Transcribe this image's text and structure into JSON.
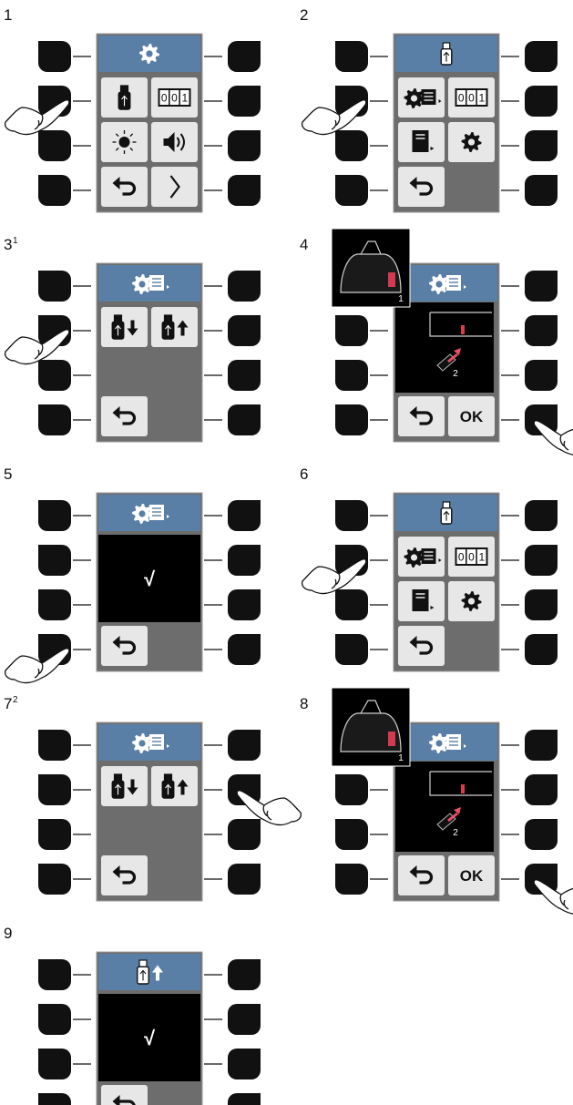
{
  "figure": {
    "panels": [
      {
        "step": "1",
        "sup": "",
        "header_icon": "gear-icon",
        "layout": "menu",
        "cells": [
          "usb-stick-icon",
          "counter-icon",
          "brightness-icon",
          "volume-icon",
          "back-arrow-icon",
          "chevron-right-icon"
        ],
        "press": "left-2",
        "counter_text": "001"
      },
      {
        "step": "2",
        "sup": "",
        "header_icon": "usb-stick-icon",
        "layout": "menu",
        "cells": [
          "settings-file-icon",
          "counter-icon",
          "document-icon",
          "gear-icon",
          "back-arrow-icon",
          "empty"
        ],
        "press": "left-2",
        "counter_text": "001"
      },
      {
        "step": "3",
        "sup": "1",
        "header_icon": "settings-file-icon",
        "layout": "menu",
        "cells": [
          "usb-download-icon",
          "usb-upload-icon",
          "empty",
          "empty",
          "back-arrow-icon",
          "empty"
        ],
        "press": "left-2"
      },
      {
        "step": "4",
        "sup": "",
        "header_icon": "settings-file-icon",
        "layout": "photo",
        "cells": [
          "back-arrow-icon",
          "ok"
        ],
        "press": "right-4",
        "ok_label": "OK",
        "photo_labels": [
          "1",
          "2"
        ]
      },
      {
        "step": "5",
        "sup": "",
        "header_icon": "settings-file-icon",
        "layout": "result",
        "cells": [
          "back-arrow-icon",
          "empty"
        ],
        "press": "left-4",
        "result_text": "√"
      },
      {
        "step": "6",
        "sup": "",
        "header_icon": "usb-stick-icon",
        "layout": "menu",
        "cells": [
          "settings-file-icon",
          "counter-icon",
          "document-icon",
          "gear-icon",
          "back-arrow-icon",
          "empty"
        ],
        "press": "left-2",
        "counter_text": "001"
      },
      {
        "step": "7",
        "sup": "2",
        "header_icon": "settings-file-icon",
        "layout": "menu",
        "cells": [
          "usb-download-icon",
          "usb-upload-icon",
          "empty",
          "empty",
          "back-arrow-icon",
          "empty"
        ],
        "press": "right-2"
      },
      {
        "step": "8",
        "sup": "",
        "header_icon": "settings-file-icon",
        "layout": "photo",
        "cells": [
          "back-arrow-icon",
          "ok"
        ],
        "press": "right-4",
        "ok_label": "OK",
        "photo_labels": [
          "1",
          "2"
        ]
      },
      {
        "step": "9",
        "sup": "",
        "header_icon": "usb-upload-icon",
        "layout": "result",
        "cells": [
          "back-arrow-icon",
          "empty"
        ],
        "press": "left-4",
        "result_text": "√"
      }
    ],
    "colors": {
      "header": "#5a7fa6",
      "screen": "#6d6d6d",
      "cell": "#e7e7e7",
      "button": "#111111",
      "photo": "#000000"
    }
  }
}
